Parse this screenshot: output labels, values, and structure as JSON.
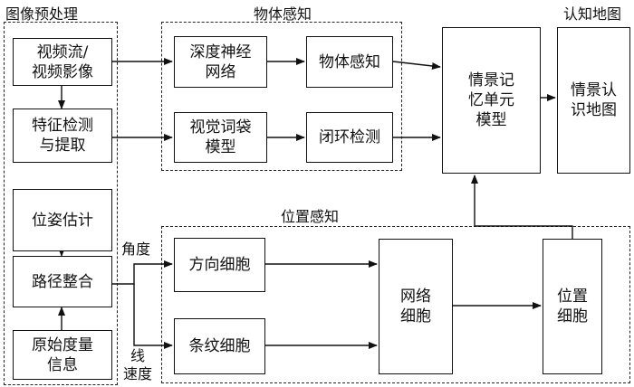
{
  "groups": {
    "preprocess": "图像预处理",
    "object": "物体感知",
    "cognitive_map": "认知地图",
    "position": "位置感知"
  },
  "nodes": {
    "video": "视频流/\n视频影像",
    "feature": "特征检测\n与提取",
    "pose": "位姿估计",
    "path": "路径整合",
    "raw": "原始度量\n信息",
    "deep_net": "深度神经\n网络",
    "obj_percept": "物体感知",
    "bow": "视觉词袋\n模型",
    "loop": "闭环检测",
    "episodic": "情景记\n忆单元\n模型",
    "episodic_map": "情景认\n识地图",
    "direction": "方向细胞",
    "stripe": "条纹细胞",
    "grid": "网络\n细胞",
    "place": "位置\n细胞"
  },
  "edges": {
    "angle": "角度",
    "linear": "线\n速度"
  }
}
